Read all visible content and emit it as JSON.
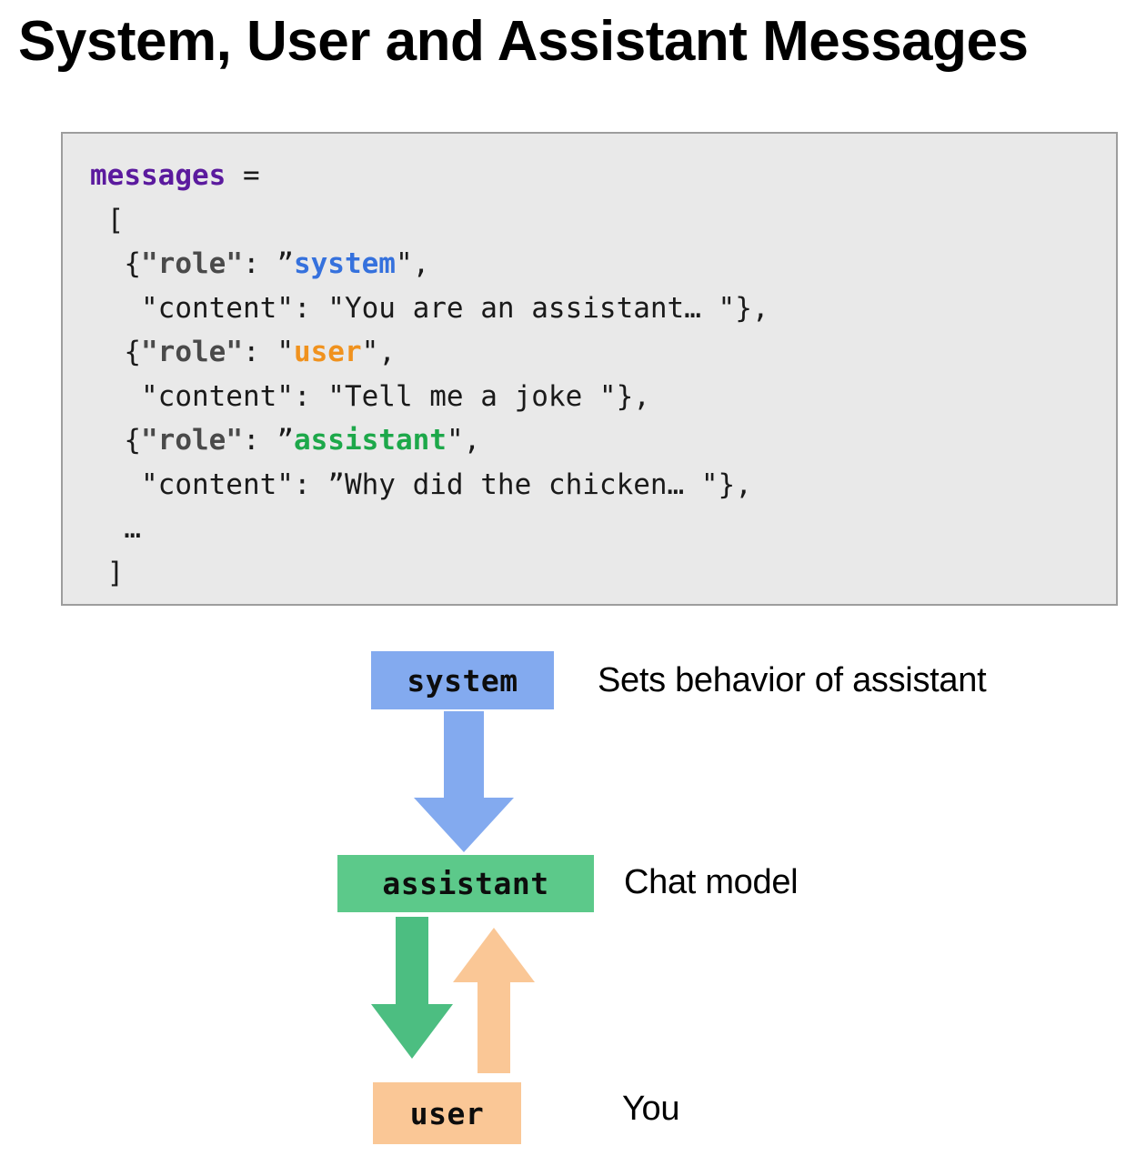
{
  "title": "System, User and Assistant Messages",
  "code_block": {
    "background_color": "#e9e9e9",
    "border_color": "#9d9d9d",
    "lines": [
      {
        "id": "line-assignment",
        "segments": [
          {
            "text": "messages",
            "style": "var"
          },
          {
            "text": " =",
            "style": "plain"
          }
        ]
      },
      {
        "id": "line-open-bracket",
        "segments": [
          {
            "text": " [",
            "style": "plain"
          }
        ]
      },
      {
        "id": "line-role-system",
        "segments": [
          {
            "text": "  {",
            "style": "plain"
          },
          {
            "text": "\"role\"",
            "style": "key"
          },
          {
            "text": ": ",
            "style": "plain"
          },
          {
            "text": "”",
            "style": "plain"
          },
          {
            "text": "system",
            "style": "system"
          },
          {
            "text": "\",",
            "style": "plain"
          }
        ]
      },
      {
        "id": "line-content-system",
        "segments": [
          {
            "text": "   \"content\": \"You are an assistant… \"},",
            "style": "plain"
          }
        ]
      },
      {
        "id": "line-role-user",
        "segments": [
          {
            "text": "  {",
            "style": "plain"
          },
          {
            "text": "\"role\"",
            "style": "key"
          },
          {
            "text": ": ",
            "style": "plain"
          },
          {
            "text": "\"",
            "style": "plain"
          },
          {
            "text": "user",
            "style": "user"
          },
          {
            "text": "\",",
            "style": "plain"
          }
        ]
      },
      {
        "id": "line-content-user",
        "segments": [
          {
            "text": "   \"content\": \"Tell me a joke \"},",
            "style": "plain"
          }
        ]
      },
      {
        "id": "line-role-assistant",
        "segments": [
          {
            "text": "  {",
            "style": "plain"
          },
          {
            "text": "\"role\"",
            "style": "key"
          },
          {
            "text": ": ",
            "style": "plain"
          },
          {
            "text": "”",
            "style": "plain"
          },
          {
            "text": "assistant",
            "style": "assist"
          },
          {
            "text": "\",",
            "style": "plain"
          }
        ]
      },
      {
        "id": "line-content-assistant",
        "segments": [
          {
            "text": "   \"content\": ”Why did the chicken… \"},",
            "style": "plain"
          }
        ]
      },
      {
        "id": "line-ellipsis",
        "segments": [
          {
            "text": "  …",
            "style": "plain"
          }
        ]
      },
      {
        "id": "line-close-bracket",
        "segments": [
          {
            "text": " ]",
            "style": "plain"
          }
        ]
      }
    ],
    "token_colors": {
      "variable": "#5b1a9e",
      "key": "#4a4a4a",
      "system": "#3571dd",
      "user": "#f0921e",
      "assistant": "#1da84a",
      "plain": "#1a1a1a"
    }
  },
  "diagram": {
    "boxes": {
      "system": {
        "label": "system",
        "color": "#83aaef"
      },
      "assistant": {
        "label": "assistant",
        "color": "#5cc98a"
      },
      "user": {
        "label": "user",
        "color": "#fac796"
      }
    },
    "side_labels": {
      "system": "Sets behavior of assistant",
      "assistant": "Chat model",
      "user": "You"
    },
    "arrows": [
      {
        "id": "system-to-assistant",
        "from": "system",
        "to": "assistant",
        "direction": "down",
        "color": "#83aaef"
      },
      {
        "id": "assistant-to-user",
        "from": "assistant",
        "to": "user",
        "direction": "down",
        "color": "#4cbe81"
      },
      {
        "id": "user-to-assistant",
        "from": "user",
        "to": "assistant",
        "direction": "up",
        "color": "#fac796"
      }
    ]
  }
}
